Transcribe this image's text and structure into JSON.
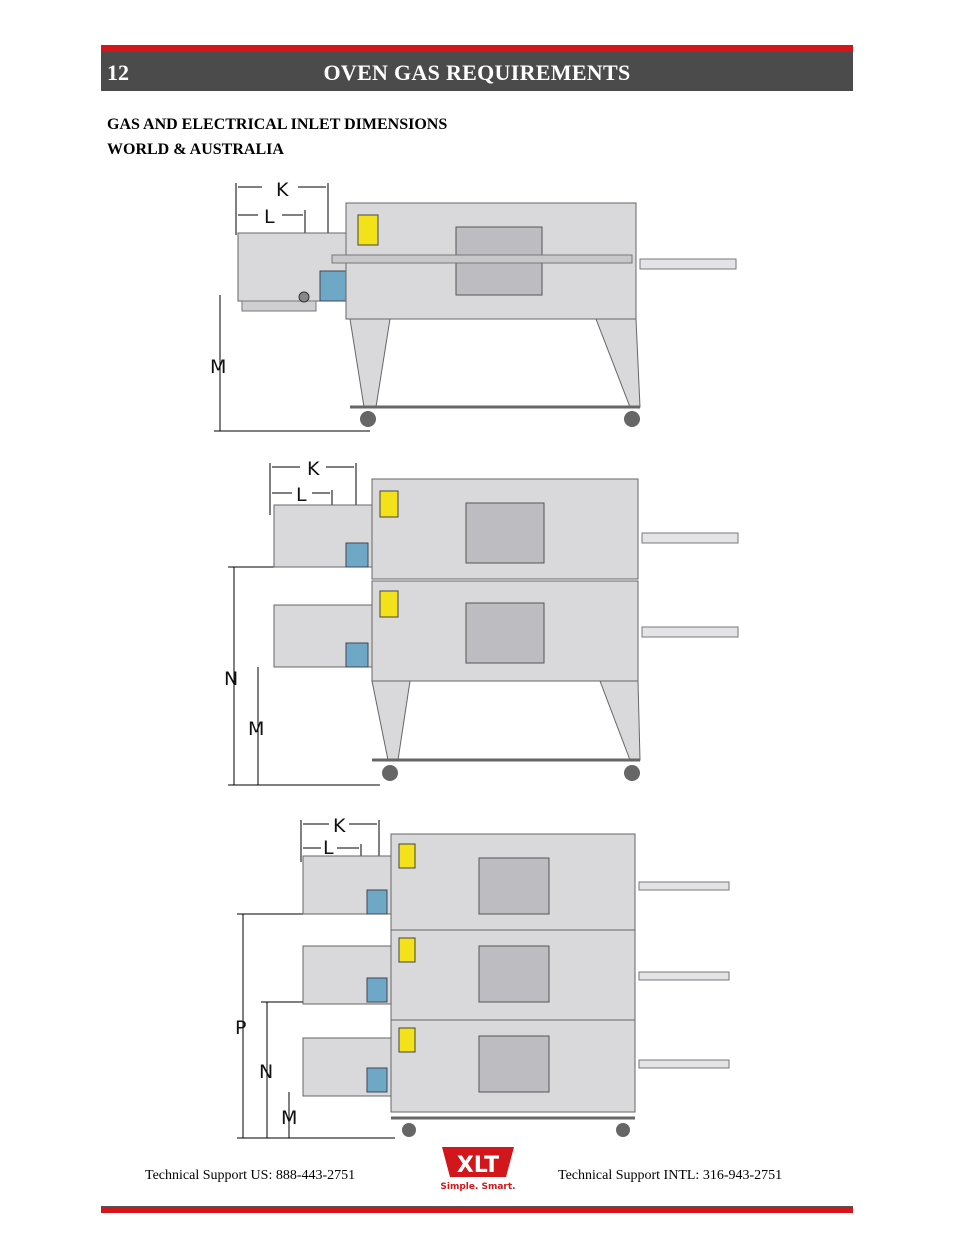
{
  "header": {
    "page_number": "12",
    "title": "OVEN GAS REQUIREMENTS"
  },
  "subtitles": [
    "GAS AND ELECTRICAL INLET DIMENSIONS",
    "WORLD & AUSTRALIA"
  ],
  "figures": [
    {
      "stack": 1,
      "dimensions": [
        "K",
        "L",
        "M"
      ]
    },
    {
      "stack": 2,
      "dimensions": [
        "K",
        "L",
        "N",
        "M"
      ]
    },
    {
      "stack": 3,
      "dimensions": [
        "K",
        "L",
        "P",
        "N",
        "M"
      ]
    }
  ],
  "footer": {
    "support_us": "Technical Support  US:  888-443-2751",
    "support_intl": "Technical Support  INTL:  316-943-2751",
    "logo_text": "XLT",
    "logo_tagline": "Simple. Smart."
  },
  "colors": {
    "accent_red": "#d2161b",
    "header_gray": "#4b4b4b",
    "oven_fill": "#d9d9db",
    "label_yellow": "#f3e21a",
    "label_blue": "#6fa7c6"
  }
}
